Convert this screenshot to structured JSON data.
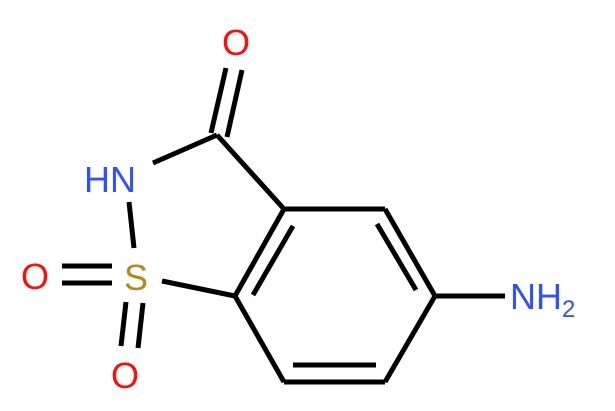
{
  "molecule": {
    "atoms": {
      "carbonyl_oxygen": "O",
      "nitrogen": "HN",
      "sulfur": "S",
      "sulfonyl_oxygen_left": "O",
      "sulfonyl_oxygen_bottom": "O",
      "amino_group": "NH",
      "amino_subscript": "2"
    }
  },
  "colors": {
    "oxygen": "#FF0D0D",
    "nitrogen": "#3050F8",
    "sulfur": "#B2881F",
    "bond": "#000000"
  }
}
